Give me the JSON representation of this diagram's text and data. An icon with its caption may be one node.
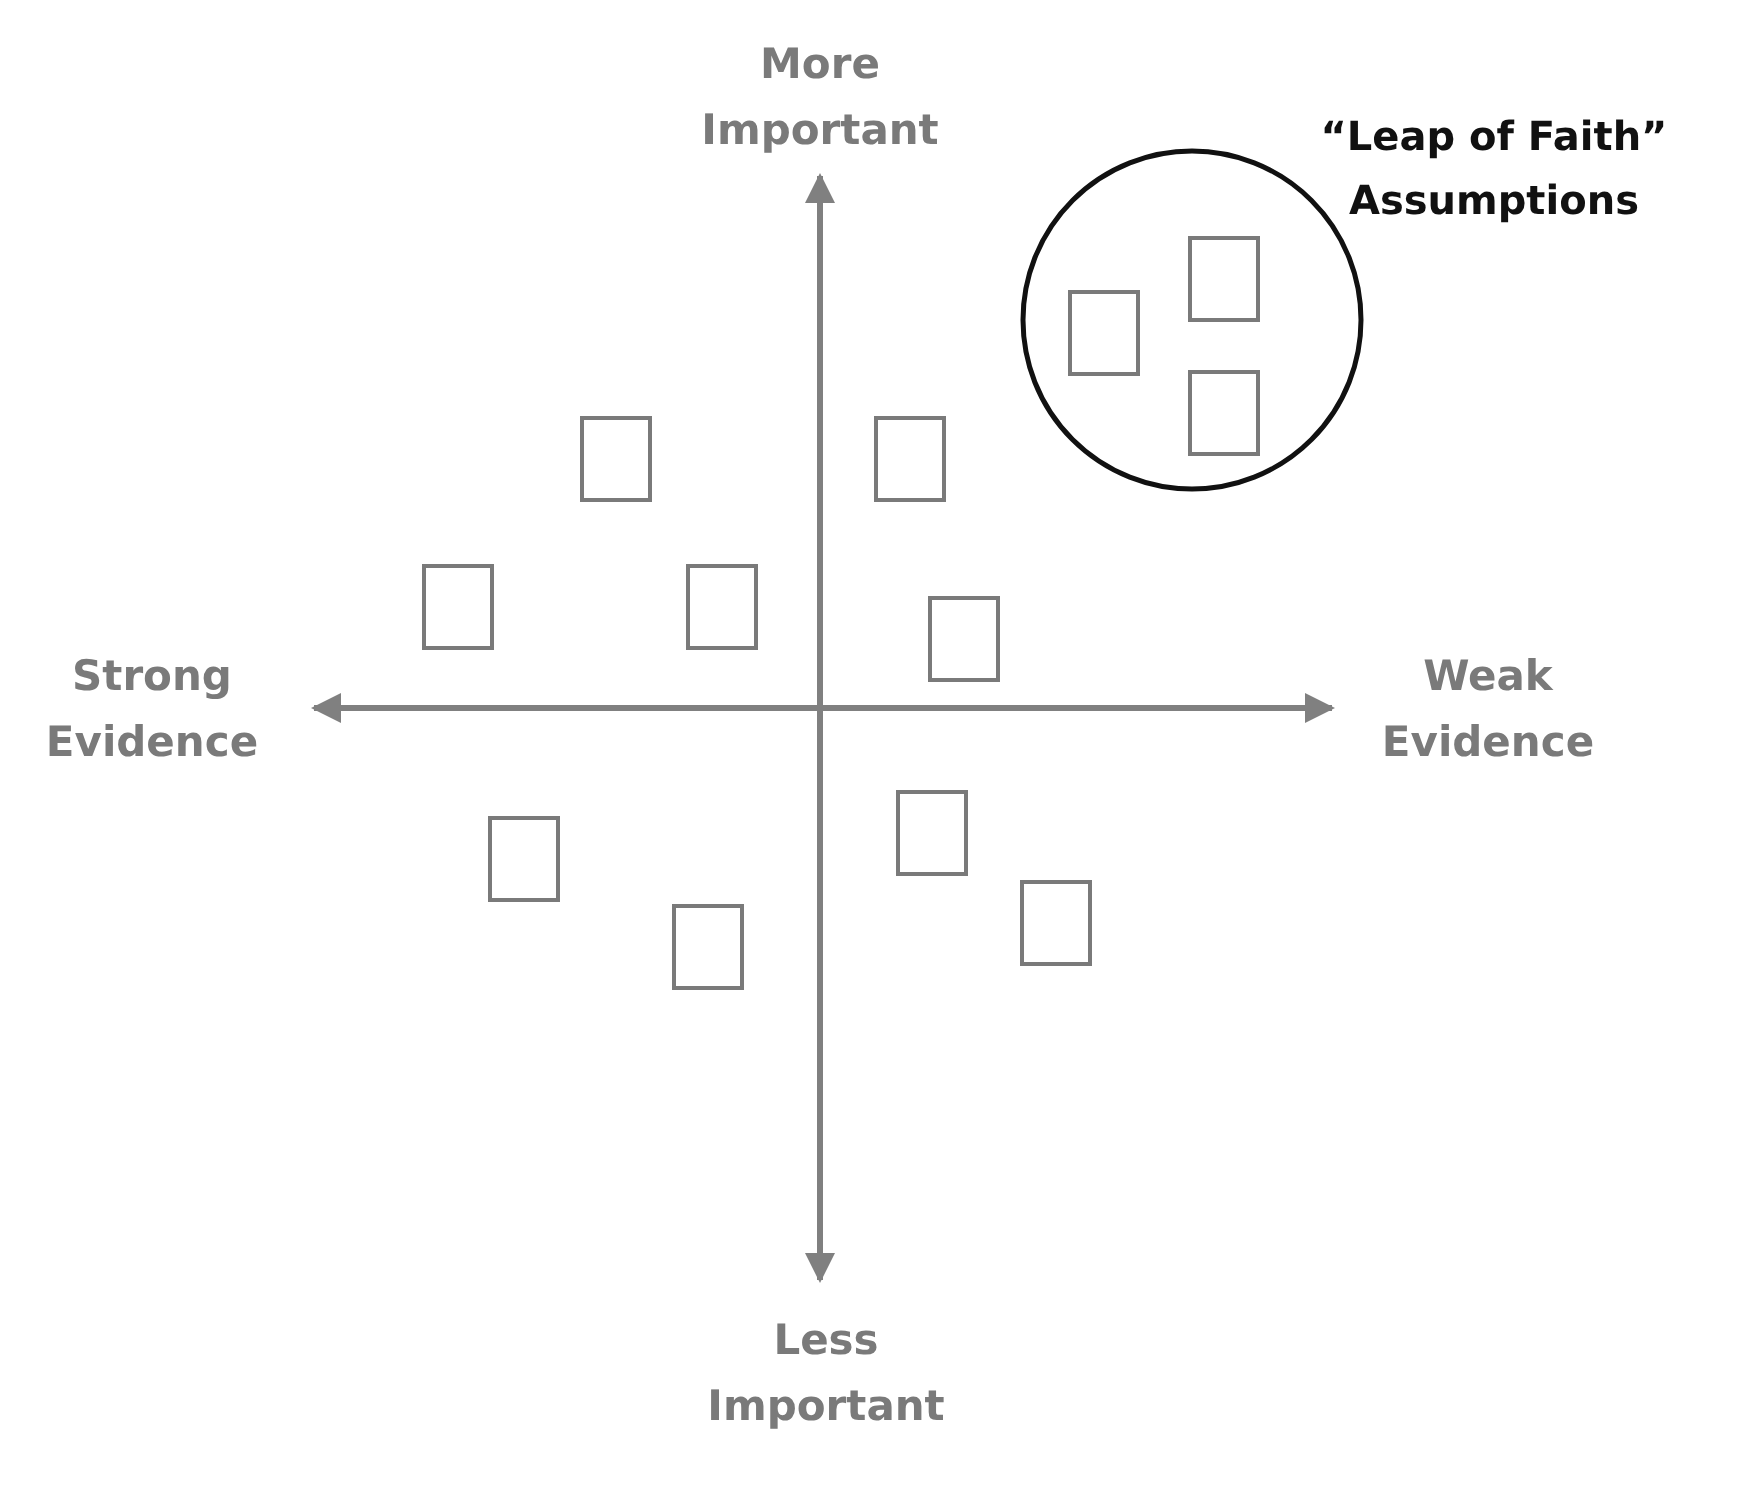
{
  "diagram": {
    "nodes": [
      {
        "text": [
          "“Leap of Faith” Assumptions"
        ]
      },
      {
        "text": [],
        "shape": "box",
        "in": 0
      },
      {
        "text": [],
        "shape": "box",
        "in": 0
      },
      {
        "text": [],
        "shape": "box",
        "in": 0
      },
      {
        "text": [],
        "shape": "box"
      },
      {
        "text": [],
        "shape": "box"
      },
      {
        "text": [],
        "shape": "box"
      },
      {
        "text": [],
        "shape": "box"
      },
      {
        "text": [],
        "shape": "box"
      },
      {
        "text": [],
        "shape": "box"
      },
      {
        "text": [],
        "shape": "box"
      },
      {
        "text": [],
        "shape": "box"
      },
      {
        "text": [],
        "shape": "box"
      }
    ],
    "labels": [
      "More Important",
      "Strong Evidence",
      "Weak Evidence",
      "Less Important"
    ]
  }
}
